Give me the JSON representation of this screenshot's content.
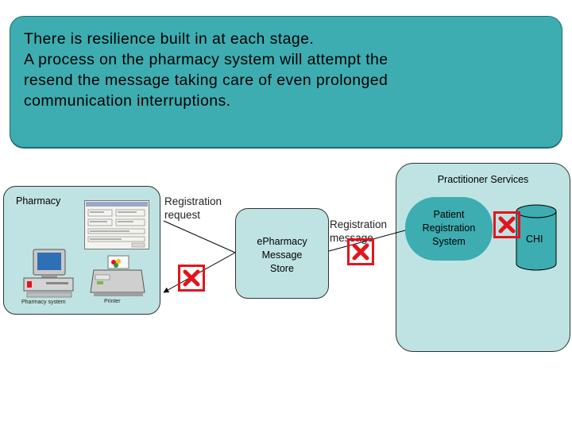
{
  "callout": {
    "lines": [
      "There is resilience built in at each stage.",
      "A process on the pharmacy system will attempt the",
      "resend the message taking care of even prolonged",
      "communication interruptions."
    ]
  },
  "practitioner_services": {
    "label": "Practitioner Services"
  },
  "pharmacy": {
    "label": "Pharmacy",
    "computer_caption": "Pharmacy system",
    "printer_caption": "Printer"
  },
  "registration_request": {
    "line1": "Registration",
    "line2": "request"
  },
  "epharmacy_store": {
    "line1": "ePharmacy",
    "line2": "Message",
    "line3": "Store"
  },
  "registration_message": {
    "line1": "Registration",
    "line2": "message"
  },
  "prs": {
    "line1": "Patient",
    "line2": "Registration",
    "line3": "System"
  },
  "chi": {
    "label": "CHI"
  },
  "colors": {
    "callout": "#3dadb1",
    "panel": "#bfe3e2",
    "failure_mark": "#e4141b"
  },
  "icons": [
    "desktop-computer-icon",
    "printer-icon",
    "failure-x-icon",
    "database-cylinder-icon",
    "document-thumbnail-icon"
  ]
}
